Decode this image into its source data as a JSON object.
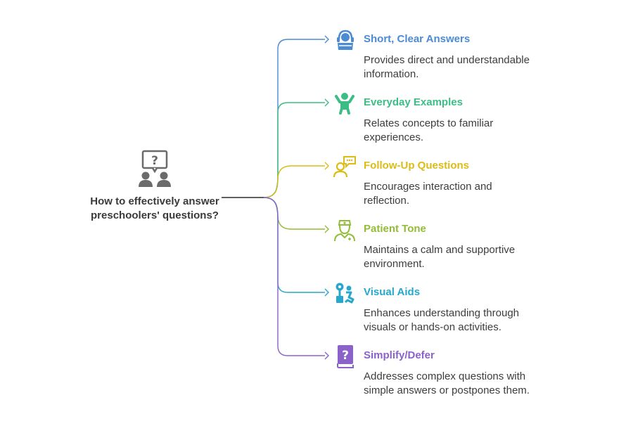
{
  "root": {
    "label": "How to effectively answer preschoolers' questions?",
    "icon": "question-chat-icon"
  },
  "branches": [
    {
      "title": "Short, Clear Answers",
      "description": "Provides direct and understandable information.",
      "color": "#4c8bd4",
      "icon": "headset-support-icon"
    },
    {
      "title": "Everyday Examples",
      "description": "Relates concepts to familiar experiences.",
      "color": "#3dbd86",
      "icon": "happy-child-icon"
    },
    {
      "title": "Follow-Up Questions",
      "description": "Encourages interaction and reflection.",
      "color": "#dcbc15",
      "icon": "person-speech-icon"
    },
    {
      "title": "Patient Tone",
      "description": "Maintains a calm and supportive environment.",
      "color": "#93bc38",
      "icon": "nurse-icon"
    },
    {
      "title": "Visual Aids",
      "description": "Enhances understanding through visuals or hands-on activities.",
      "color": "#27a7cc",
      "icon": "activity-blocks-icon"
    },
    {
      "title": "Simplify/Defer",
      "description": "Addresses complex questions with simple answers or postpones them.",
      "color": "#8a62c9",
      "icon": "question-book-icon"
    }
  ]
}
